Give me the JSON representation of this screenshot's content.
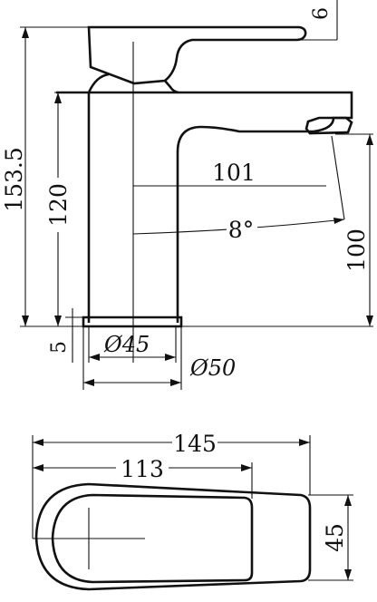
{
  "side_view": {
    "dims": {
      "top_offset": "6",
      "total_height": "153.5",
      "spout_height": "120",
      "spout_reach": "101",
      "spout_angle": "8°",
      "outlet_height": "100",
      "base_thickness": "5",
      "base_inner_diameter": "45",
      "base_outer_diameter": "50"
    },
    "diameter_symbol": "Ø"
  },
  "plan_view": {
    "dims": {
      "total_length": "145",
      "body_length": "113",
      "width": "45"
    }
  }
}
